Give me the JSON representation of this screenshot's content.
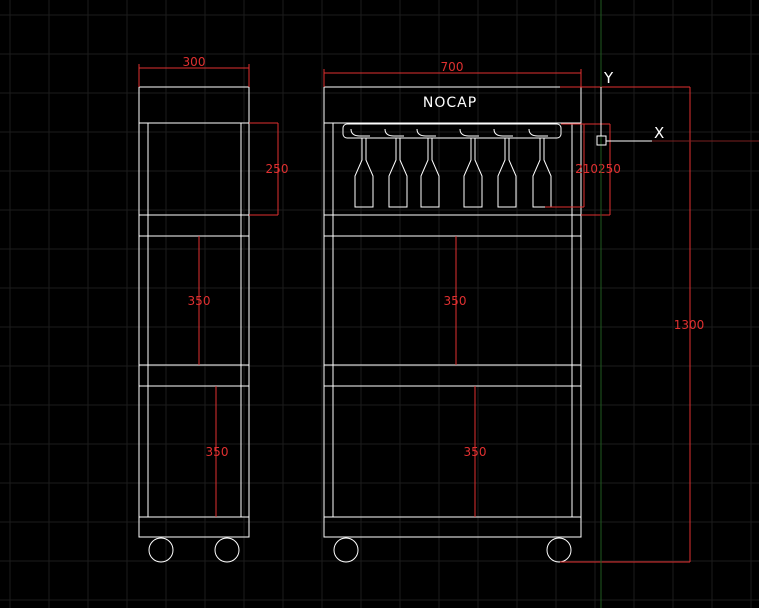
{
  "drawing": {
    "brand": "NOCAP",
    "axis_x": "X",
    "axis_y": "Y",
    "side_view": {
      "width_dim": "300",
      "rack_height_dim": "250",
      "shelf1_dim": "350",
      "shelf2_dim": "350"
    },
    "front_view": {
      "width_dim": "700",
      "rack_dims": "210250",
      "shelf1_dim": "350",
      "shelf2_dim": "350",
      "total_height_dim": "1300"
    },
    "colors": {
      "background": "#000000",
      "grid": "#1c1c1c",
      "lines": "#ffffff",
      "dimensions": "#e03030"
    }
  }
}
